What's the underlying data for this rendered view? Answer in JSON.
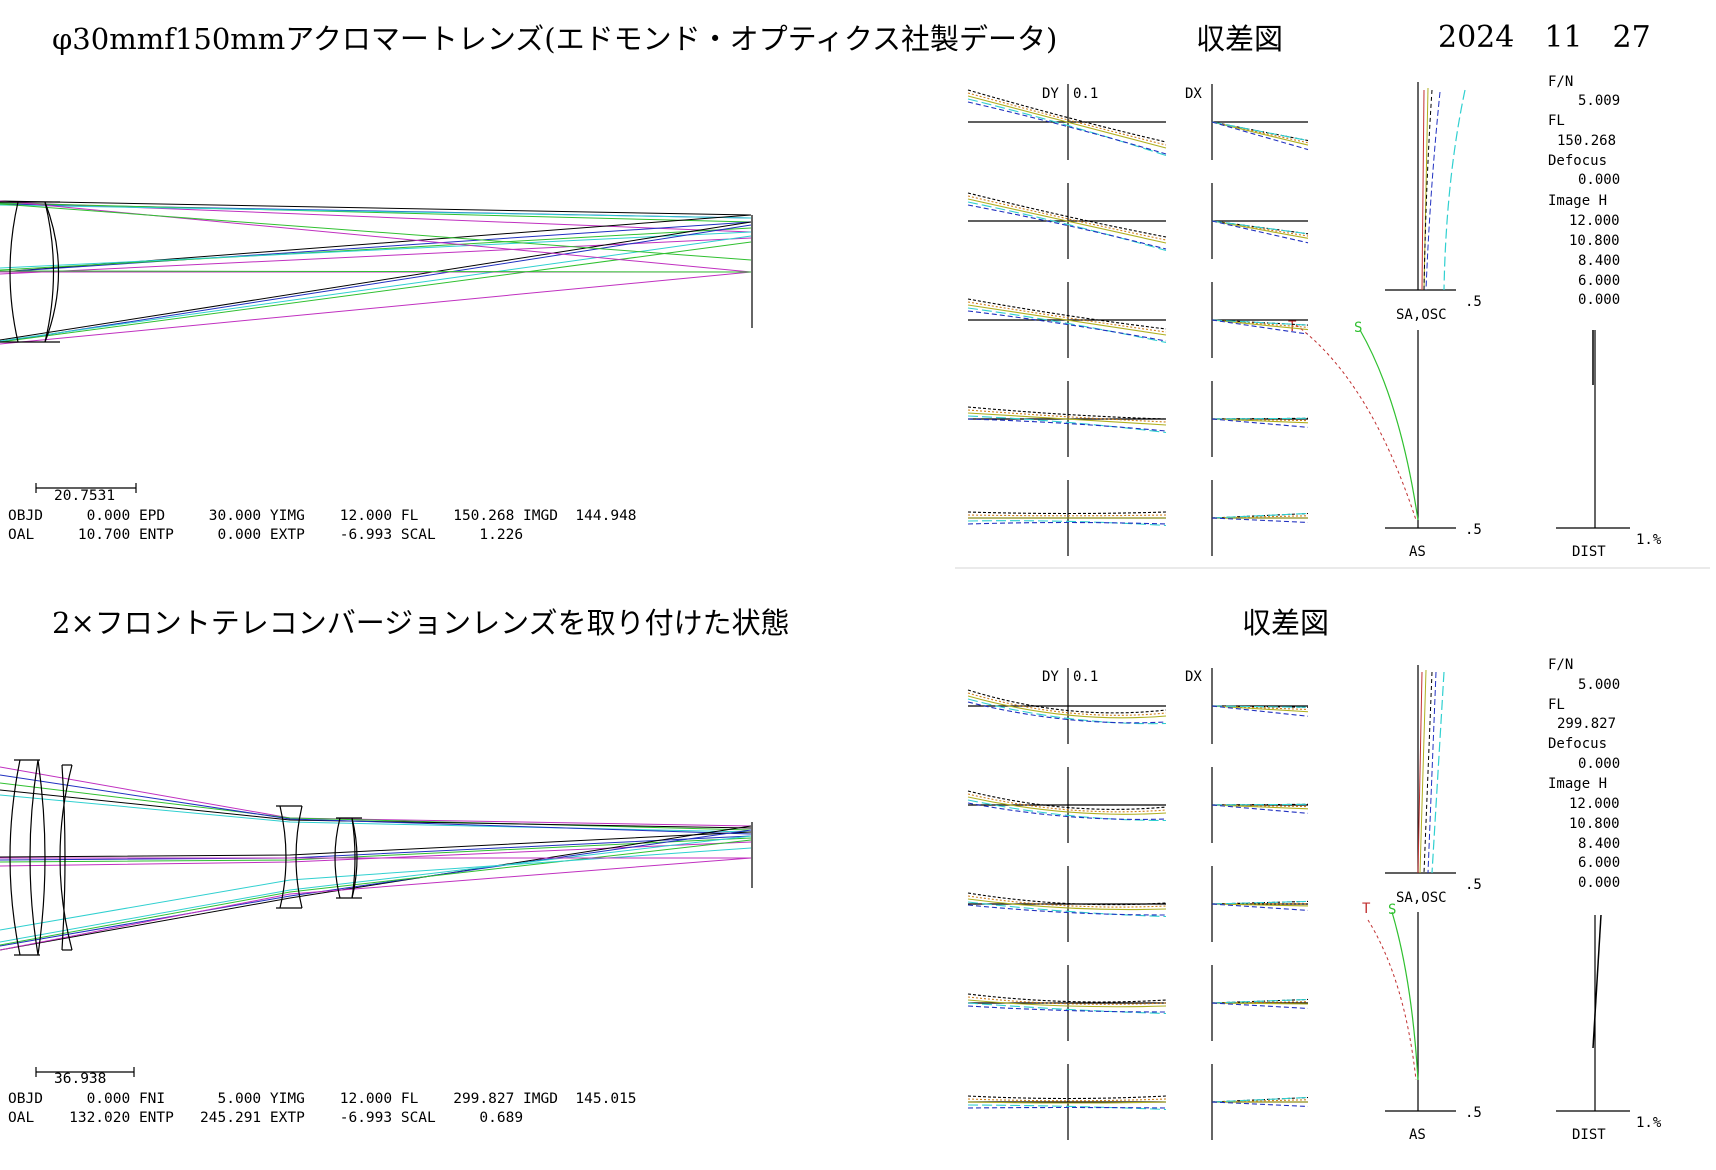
{
  "top": {
    "title": "φ30mmf150mmアクロマートレンズ(エドモンド・オプティクス社製データ)",
    "aberr_title": "収差図",
    "date": "2024　11　27",
    "scale_label": "20.7531",
    "params": [
      "OBJD     0.000 EPD     30.000 YIMG    12.000 FL    150.268 IMGD  144.948",
      "OAL     10.700 ENTP     0.000 EXTP    -6.993 SCAL     1.226"
    ],
    "info": {
      "fn_label": "F/N",
      "fn": "5.009",
      "fl_label": "FL",
      "fl": "150.268",
      "defocus_label": "Defocus",
      "defocus": "0.000",
      "imageh_label": "Image H",
      "heights": [
        "12.000",
        "10.800",
        "8.400",
        "6.000",
        "0.000"
      ]
    },
    "labels": {
      "dy": "DY",
      "dy_scale": "0.1",
      "dx": "DX",
      "sa_osc": "SA,OSC",
      "as": "AS",
      "dist": "DIST",
      "sa_scale": ".5",
      "as_scale": ".5",
      "dist_scale": "1.%",
      "t": "T",
      "s": "S"
    }
  },
  "bottom": {
    "title": "2×フロントテレコンバージョンレンズを取り付けた状態",
    "aberr_title": "収差図",
    "scale_label": "36.938",
    "params": [
      "OBJD     0.000 FNI      5.000 YIMG    12.000 FL    299.827 IMGD  145.015",
      "OAL    132.020 ENTP   245.291 EXTP    -6.993 SCAL     0.689"
    ],
    "info": {
      "fn_label": "F/N",
      "fn": "5.000",
      "fl_label": "FL",
      "fl": "299.827",
      "defocus_label": "Defocus",
      "defocus": "0.000",
      "imageh_label": "Image H",
      "heights": [
        "12.000",
        "10.800",
        "8.400",
        "6.000",
        "0.000"
      ]
    },
    "labels": {
      "dy": "DY",
      "dy_scale": "0.1",
      "dx": "DX",
      "sa_osc": "SA,OSC",
      "as": "AS",
      "dist": "DIST",
      "sa_scale": ".5",
      "as_scale": ".5",
      "dist_scale": "1.%",
      "t": "T",
      "s": "S"
    }
  },
  "colors": {
    "magenta": "#c030c0",
    "green": "#30c030",
    "cyan": "#30d0d0",
    "blue": "#2030c0",
    "black": "#000000",
    "red": "#c03030",
    "orange": "#d08020",
    "yellow": "#b0b020",
    "lightgray": "#e3e3e3"
  }
}
